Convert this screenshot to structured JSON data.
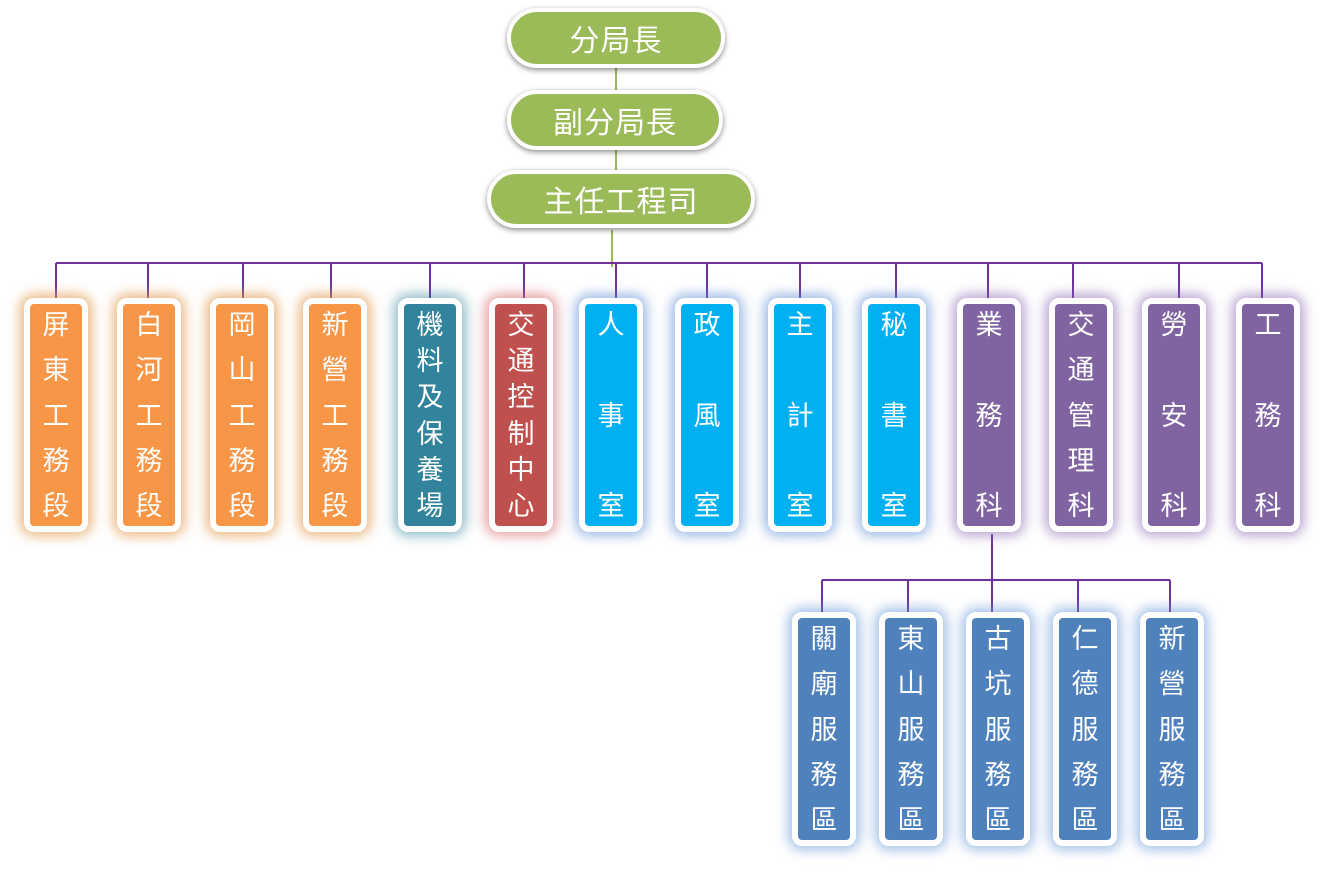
{
  "colors": {
    "executive": "#9bbb59",
    "section": "#f79646",
    "workshop": "#31849b",
    "control": "#c0504d",
    "office": "#00b0f0",
    "division": "#8064a2",
    "service_area": "#4f81bd",
    "connector_main": "#7030a0",
    "connector_exec": "#9bbb59"
  },
  "executives": [
    {
      "label": "分局長"
    },
    {
      "label": "副分局長"
    },
    {
      "label": "主任工程司"
    }
  ],
  "units": [
    {
      "label": "屏東工務段",
      "chars": [
        "屏",
        "東",
        "工",
        "務",
        "段"
      ],
      "type": "section"
    },
    {
      "label": "白河工務段",
      "chars": [
        "白",
        "河",
        "工",
        "務",
        "段"
      ],
      "type": "section"
    },
    {
      "label": "岡山工務段",
      "chars": [
        "岡",
        "山",
        "工",
        "務",
        "段"
      ],
      "type": "section"
    },
    {
      "label": "新營工務段",
      "chars": [
        "新",
        "營",
        "工",
        "務",
        "段"
      ],
      "type": "section"
    },
    {
      "label": "機料及保養場",
      "chars": [
        "機",
        "料",
        "及",
        "保",
        "養",
        "場"
      ],
      "type": "workshop"
    },
    {
      "label": "交通控制中心",
      "chars": [
        "交",
        "通",
        "控",
        "制",
        "中",
        "心"
      ],
      "type": "control"
    },
    {
      "label": "人事室",
      "chars": [
        "人",
        "事",
        "室"
      ],
      "type": "office"
    },
    {
      "label": "政風室",
      "chars": [
        "政",
        "風",
        "室"
      ],
      "type": "office"
    },
    {
      "label": "主計室",
      "chars": [
        "主",
        "計",
        "室"
      ],
      "type": "office"
    },
    {
      "label": "秘書室",
      "chars": [
        "秘",
        "書",
        "室"
      ],
      "type": "office"
    },
    {
      "label": "業務科",
      "chars": [
        "業",
        "務",
        "科"
      ],
      "type": "division"
    },
    {
      "label": "交通管理科",
      "chars": [
        "交",
        "通",
        "管",
        "理",
        "科"
      ],
      "type": "division"
    },
    {
      "label": "勞安科",
      "chars": [
        "勞",
        "安",
        "科"
      ],
      "type": "division"
    },
    {
      "label": "工務科",
      "chars": [
        "工",
        "務",
        "科"
      ],
      "type": "division"
    }
  ],
  "service_areas_parent": "業務科",
  "service_areas": [
    {
      "label": "關廟服務區",
      "chars": [
        "關",
        "廟",
        "服",
        "務",
        "區"
      ]
    },
    {
      "label": "東山服務區",
      "chars": [
        "東",
        "山",
        "服",
        "務",
        "區"
      ]
    },
    {
      "label": "古坑服務區",
      "chars": [
        "古",
        "坑",
        "服",
        "務",
        "區"
      ]
    },
    {
      "label": "仁德服務區",
      "chars": [
        "仁",
        "德",
        "服",
        "務",
        "區"
      ]
    },
    {
      "label": "新營服務區",
      "chars": [
        "新",
        "營",
        "服",
        "務",
        "區"
      ]
    }
  ]
}
